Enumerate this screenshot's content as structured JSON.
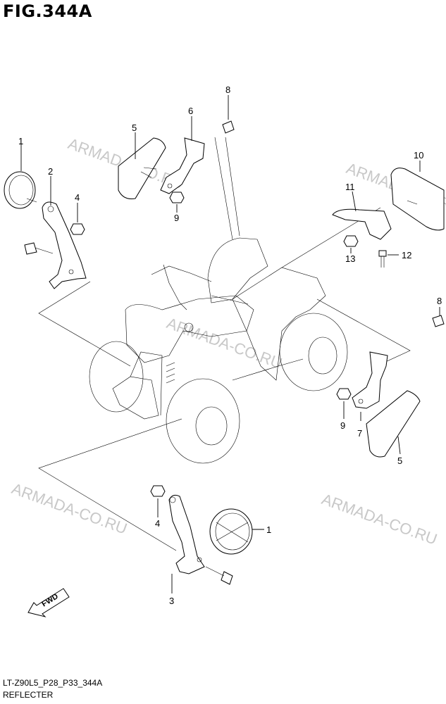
{
  "figure": {
    "title": "FIG.344A",
    "code": "LT-Z90L5_P28_P33_344A",
    "name": "REFLECTER"
  },
  "watermark": "ARMADA-CO.RU",
  "fwd_label": "FWD",
  "callouts": {
    "c1_top": "1",
    "c2": "2",
    "c4_top": "4",
    "c5_top": "5",
    "c6": "6",
    "c8_top": "8",
    "c9_top": "9",
    "c10": "10",
    "c11": "11",
    "c12": "12",
    "c13": "13",
    "c8_right": "8",
    "c9_right": "9",
    "c7": "7",
    "c5_right": "5",
    "c4_bottom": "4",
    "c1_bottom": "1",
    "c3": "3"
  }
}
